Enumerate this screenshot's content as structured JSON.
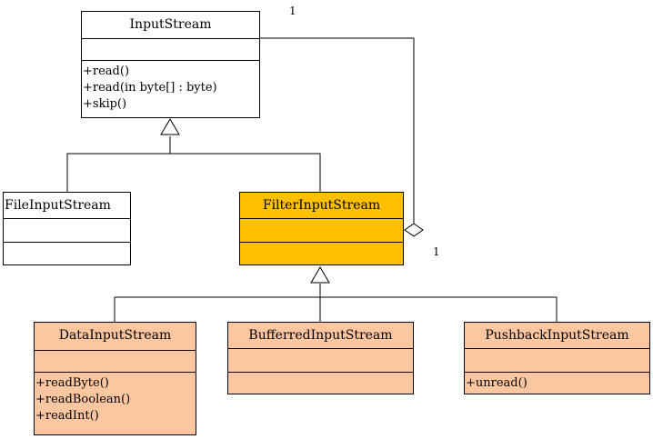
{
  "classes": {
    "input_stream": {
      "name": "InputStream",
      "ops": [
        "+read()",
        "+read(in byte[] : byte)",
        "+skip()"
      ]
    },
    "file_input_stream": {
      "name": "FileInputStream"
    },
    "filter_input_stream": {
      "name": "FilterInputStream",
      "color": "#ffc000"
    },
    "data_input_stream": {
      "name": "DataInputStream",
      "ops": [
        "+readByte()",
        "+readBoolean()",
        "+readInt()"
      ],
      "color": "#fbc6a0"
    },
    "buffered_input_stream": {
      "name": "BufferredInputStream",
      "color": "#fbc6a0"
    },
    "pushback_input_stream": {
      "name": "PushbackInputStream",
      "ops": [
        "+unread()"
      ],
      "color": "#fbc6a0"
    }
  },
  "multiplicities": {
    "top": "1",
    "bottom": "1"
  }
}
